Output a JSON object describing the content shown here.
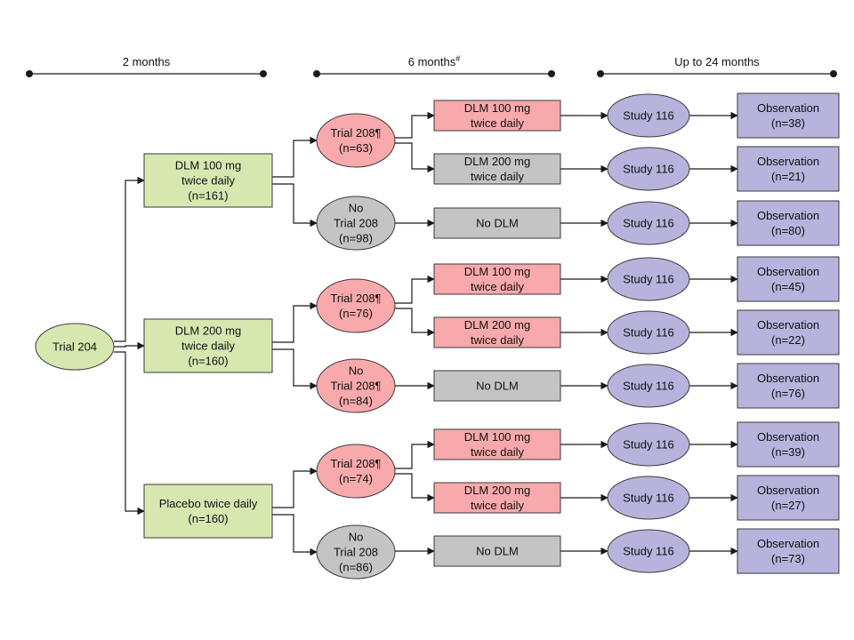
{
  "colors": {
    "green": "#d6e8b0",
    "pink": "#f7a9ab",
    "gray": "#c4c4c4",
    "purple": "#b7b3dc",
    "line": "#1a1a1a"
  },
  "headers": [
    {
      "text": "2 months",
      "sup": ""
    },
    {
      "text": "6 months",
      "sup": "#"
    },
    {
      "text": "Up to 24 months",
      "sup": ""
    }
  ],
  "root": {
    "lines": [
      "Trial 204"
    ]
  },
  "arms": [
    {
      "lines": [
        "DLM 100 mg",
        "twice daily",
        "(n=161)"
      ],
      "ovals": [
        {
          "lines": [
            "Trial 208¶",
            "(n=63)"
          ],
          "color": "pink",
          "next": [
            {
              "box": [
                "DLM 100 mg",
                "twice daily"
              ],
              "color": "pink",
              "study": "Study 116",
              "obs": [
                "Observation",
                "(n=38)"
              ]
            },
            {
              "box": [
                "DLM 200 mg",
                "twice daily"
              ],
              "color": "gray",
              "study": "Study 116",
              "obs": [
                "Observation",
                "(n=21)"
              ]
            }
          ]
        },
        {
          "lines": [
            "No",
            "Trial 208",
            "(n=98)"
          ],
          "color": "gray",
          "next": [
            {
              "box": [
                "No DLM"
              ],
              "color": "gray",
              "study": "Study 116",
              "obs": [
                "Observation",
                "(n=80)"
              ]
            }
          ]
        }
      ]
    },
    {
      "lines": [
        "DLM 200 mg",
        "twice daily",
        "(n=160)"
      ],
      "ovals": [
        {
          "lines": [
            "Trial 208¶",
            "(n=76)"
          ],
          "color": "pink",
          "next": [
            {
              "box": [
                "DLM 100 mg",
                "twice daily"
              ],
              "color": "pink",
              "study": "Study 116",
              "obs": [
                "Observation",
                "(n=45)"
              ]
            },
            {
              "box": [
                "DLM 200 mg",
                "twice daily"
              ],
              "color": "pink",
              "study": "Study 116",
              "obs": [
                "Observation",
                "(n=22)"
              ]
            }
          ]
        },
        {
          "lines": [
            "No",
            "Trial 208¶",
            "(n=84)"
          ],
          "color": "pink",
          "next": [
            {
              "box": [
                "No DLM"
              ],
              "color": "gray",
              "study": "Study 116",
              "obs": [
                "Observation",
                "(n=76)"
              ]
            }
          ]
        }
      ]
    },
    {
      "lines": [
        "Placebo twice daily",
        "(n=160)"
      ],
      "ovals": [
        {
          "lines": [
            "Trial 208¶",
            "(n=74)"
          ],
          "color": "pink",
          "next": [
            {
              "box": [
                "DLM 100 mg",
                "twice daily"
              ],
              "color": "pink",
              "study": "Study 116",
              "obs": [
                "Observation",
                "(n=39)"
              ]
            },
            {
              "box": [
                "DLM 200 mg",
                "twice daily"
              ],
              "color": "pink",
              "study": "Study 116",
              "obs": [
                "Observation",
                "(n=27)"
              ]
            }
          ]
        },
        {
          "lines": [
            "No",
            "Trial 208",
            "(n=86)"
          ],
          "color": "gray",
          "next": [
            {
              "box": [
                "No DLM"
              ],
              "color": "gray",
              "study": "Study 116",
              "obs": [
                "Observation",
                "(n=73)"
              ]
            }
          ]
        }
      ]
    }
  ]
}
